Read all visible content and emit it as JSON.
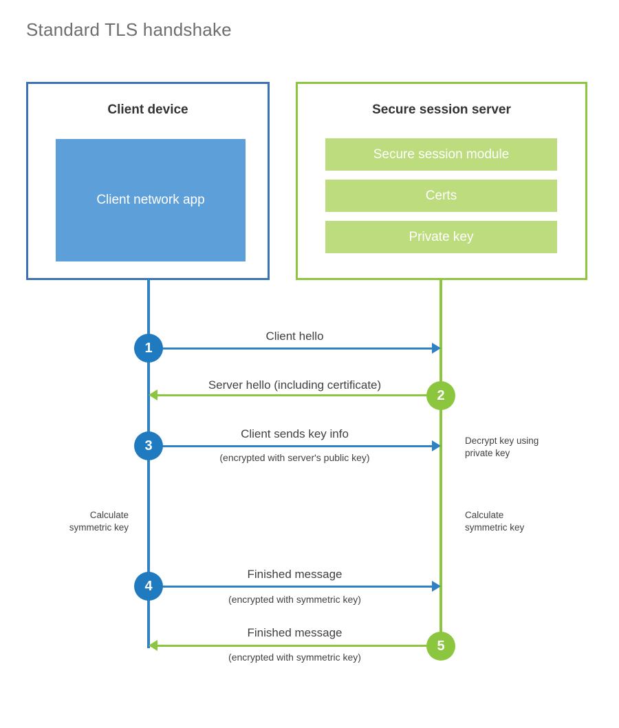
{
  "title": "Standard TLS handshake",
  "colors": {
    "client_border": "#3a72b5",
    "client_fill": "#5d9fd8",
    "client_accent": "#2f81c4",
    "client_circle": "#1f7ac0",
    "server_border": "#8cc63e",
    "server_fill": "#bcdc7d",
    "server_accent": "#8cc63e",
    "text": "#404040",
    "title_text": "#6e6e6e",
    "heading_text": "#333333",
    "background": "#ffffff"
  },
  "client": {
    "title": "Client device",
    "app_label": "Client network app"
  },
  "server": {
    "title": "Secure session server",
    "modules": [
      {
        "label": "Secure session module"
      },
      {
        "label": "Certs"
      },
      {
        "label": "Private key"
      }
    ]
  },
  "steps": [
    {
      "number": "1",
      "label": "Client hello",
      "sublabel": "",
      "direction": "client-to-server",
      "color": "#2f81c4"
    },
    {
      "number": "2",
      "label": "Server hello (including certificate)",
      "sublabel": "",
      "direction": "server-to-client",
      "color": "#8cc63e"
    },
    {
      "number": "3",
      "label": "Client sends key info",
      "sublabel": "(encrypted with server's public key)",
      "direction": "client-to-server",
      "color": "#2f81c4"
    },
    {
      "number": "4",
      "label": "Finished message",
      "sublabel": "(encrypted with symmetric key)",
      "direction": "client-to-server",
      "color": "#2f81c4"
    },
    {
      "number": "5",
      "label": "Finished message",
      "sublabel": "(encrypted with symmetric key)",
      "direction": "server-to-client",
      "color": "#8cc63e"
    }
  ],
  "annotations": {
    "server_decrypt": "Decrypt key using\nprivate key",
    "server_decrypt_line1": "Decrypt key using",
    "server_decrypt_line2": "private key",
    "client_calc_line1": "Calculate",
    "client_calc_line2": "symmetric key",
    "server_calc_line1": "Calculate",
    "server_calc_line2": "symmetric key"
  }
}
